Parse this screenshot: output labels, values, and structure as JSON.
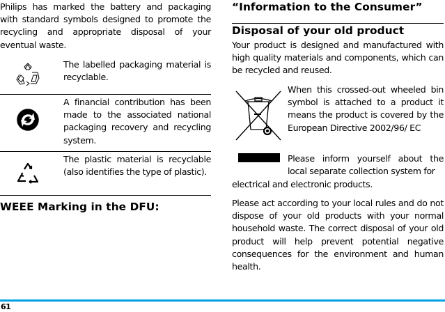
{
  "left_column": {
    "intro": "Philips has marked the battery and packaging with standard symbols designed to promote the recycling and appropriate disposal of your eventual waste.",
    "symbols": [
      {
        "icon": "recycle-mobius-icon",
        "text": "The labelled packaging material is recyclable."
      },
      {
        "icon": "green-dot-icon",
        "text": "A financial contribution has been made to the associated national packaging recovery and recycling system."
      },
      {
        "icon": "plastic-recycle-triangle-icon",
        "text": "The plastic material is recyclable (also identifies the type of plastic)."
      }
    ],
    "weee_heading": "WEEE Marking in the DFU:"
  },
  "right_column": {
    "title": "“Information to the Consumer”",
    "section_heading": "Disposal of your old product",
    "paragraph1": "Your product is designed and manufactured with high quality materials and components, which can be recycled and reused.",
    "bin_icon": "crossed-out-wheeled-bin-icon",
    "bin_text": "When this crossed-out wheeled bin symbol is attached to a product it means the product is covered by the European Directive 2002/96/ EC",
    "inform_text_1": "Please inform yourself about the local separate collection system for",
    "inform_text_2": "electrical and electronic products.",
    "paragraph3": "Please act according to your local rules and do not dispose of your old products with your normal household waste. The correct disposal of your old product will help prevent potential negative consequences for the environment and human health."
  },
  "footer": {
    "page_number": "61",
    "accent_color": "#00a0e3"
  }
}
